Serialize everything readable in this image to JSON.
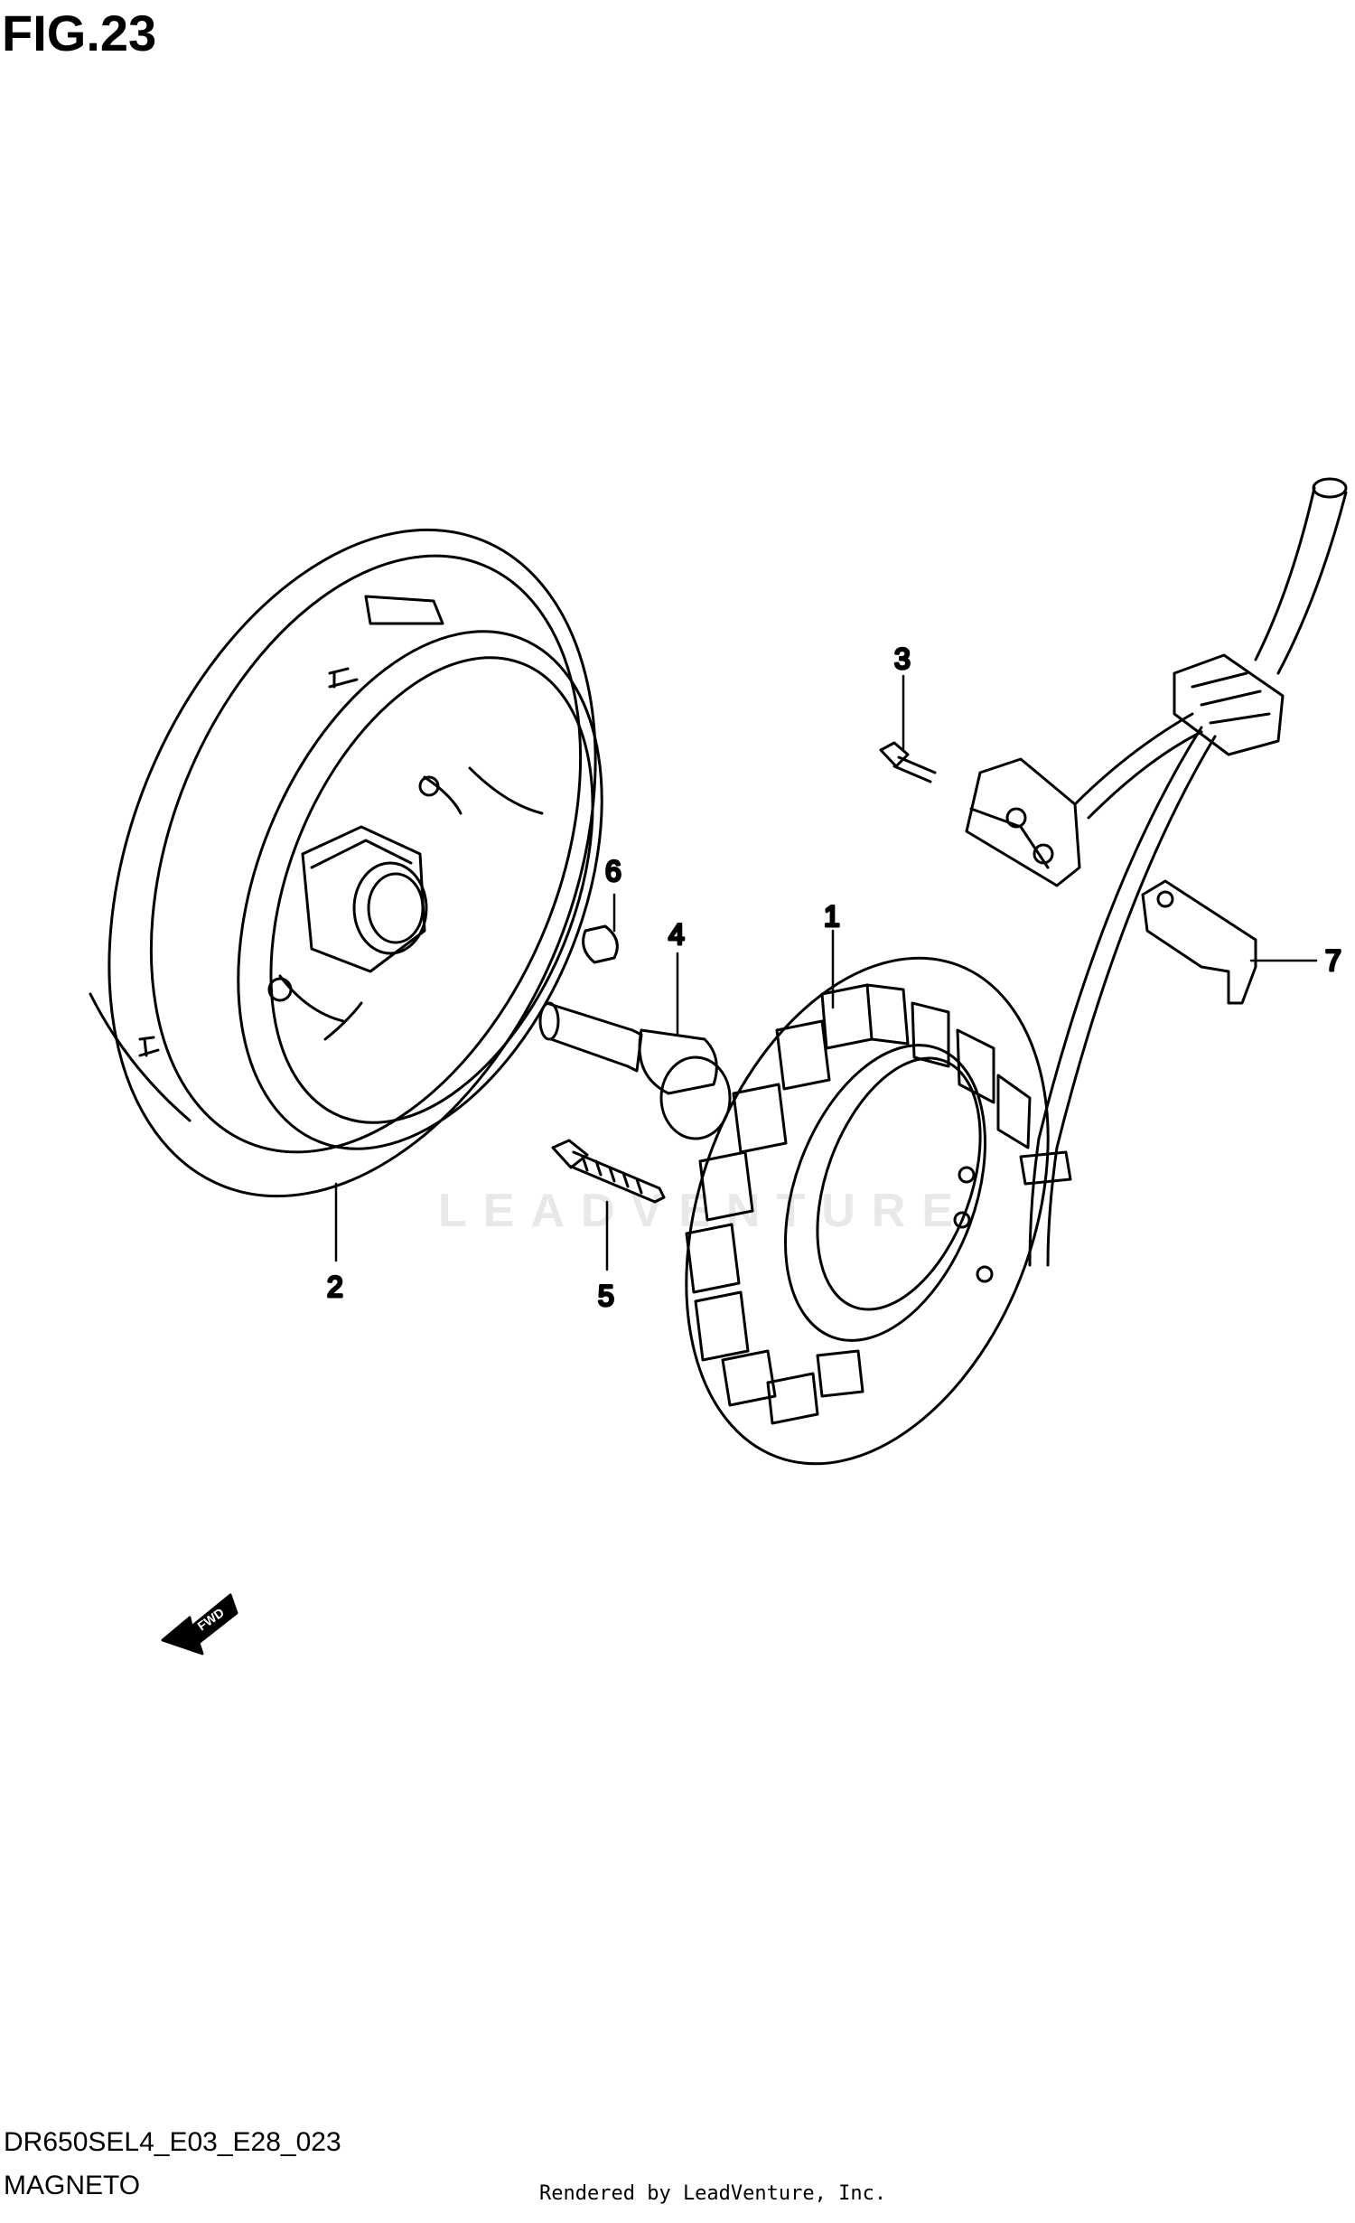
{
  "figure": {
    "title": "FIG.23",
    "section_name": "MAGNETO",
    "model_code": "DR650SEL4_E03_E28_023",
    "render_credit": "Rendered by LeadVenture, Inc.",
    "watermark": "LEADVENTURE",
    "fwd_label": "FWD"
  },
  "callouts": [
    {
      "id": "1",
      "label": "1"
    },
    {
      "id": "2",
      "label": "2"
    },
    {
      "id": "3",
      "label": "3"
    },
    {
      "id": "4",
      "label": "4"
    },
    {
      "id": "5",
      "label": "5"
    },
    {
      "id": "6",
      "label": "6"
    },
    {
      "id": "7",
      "label": "7"
    }
  ]
}
